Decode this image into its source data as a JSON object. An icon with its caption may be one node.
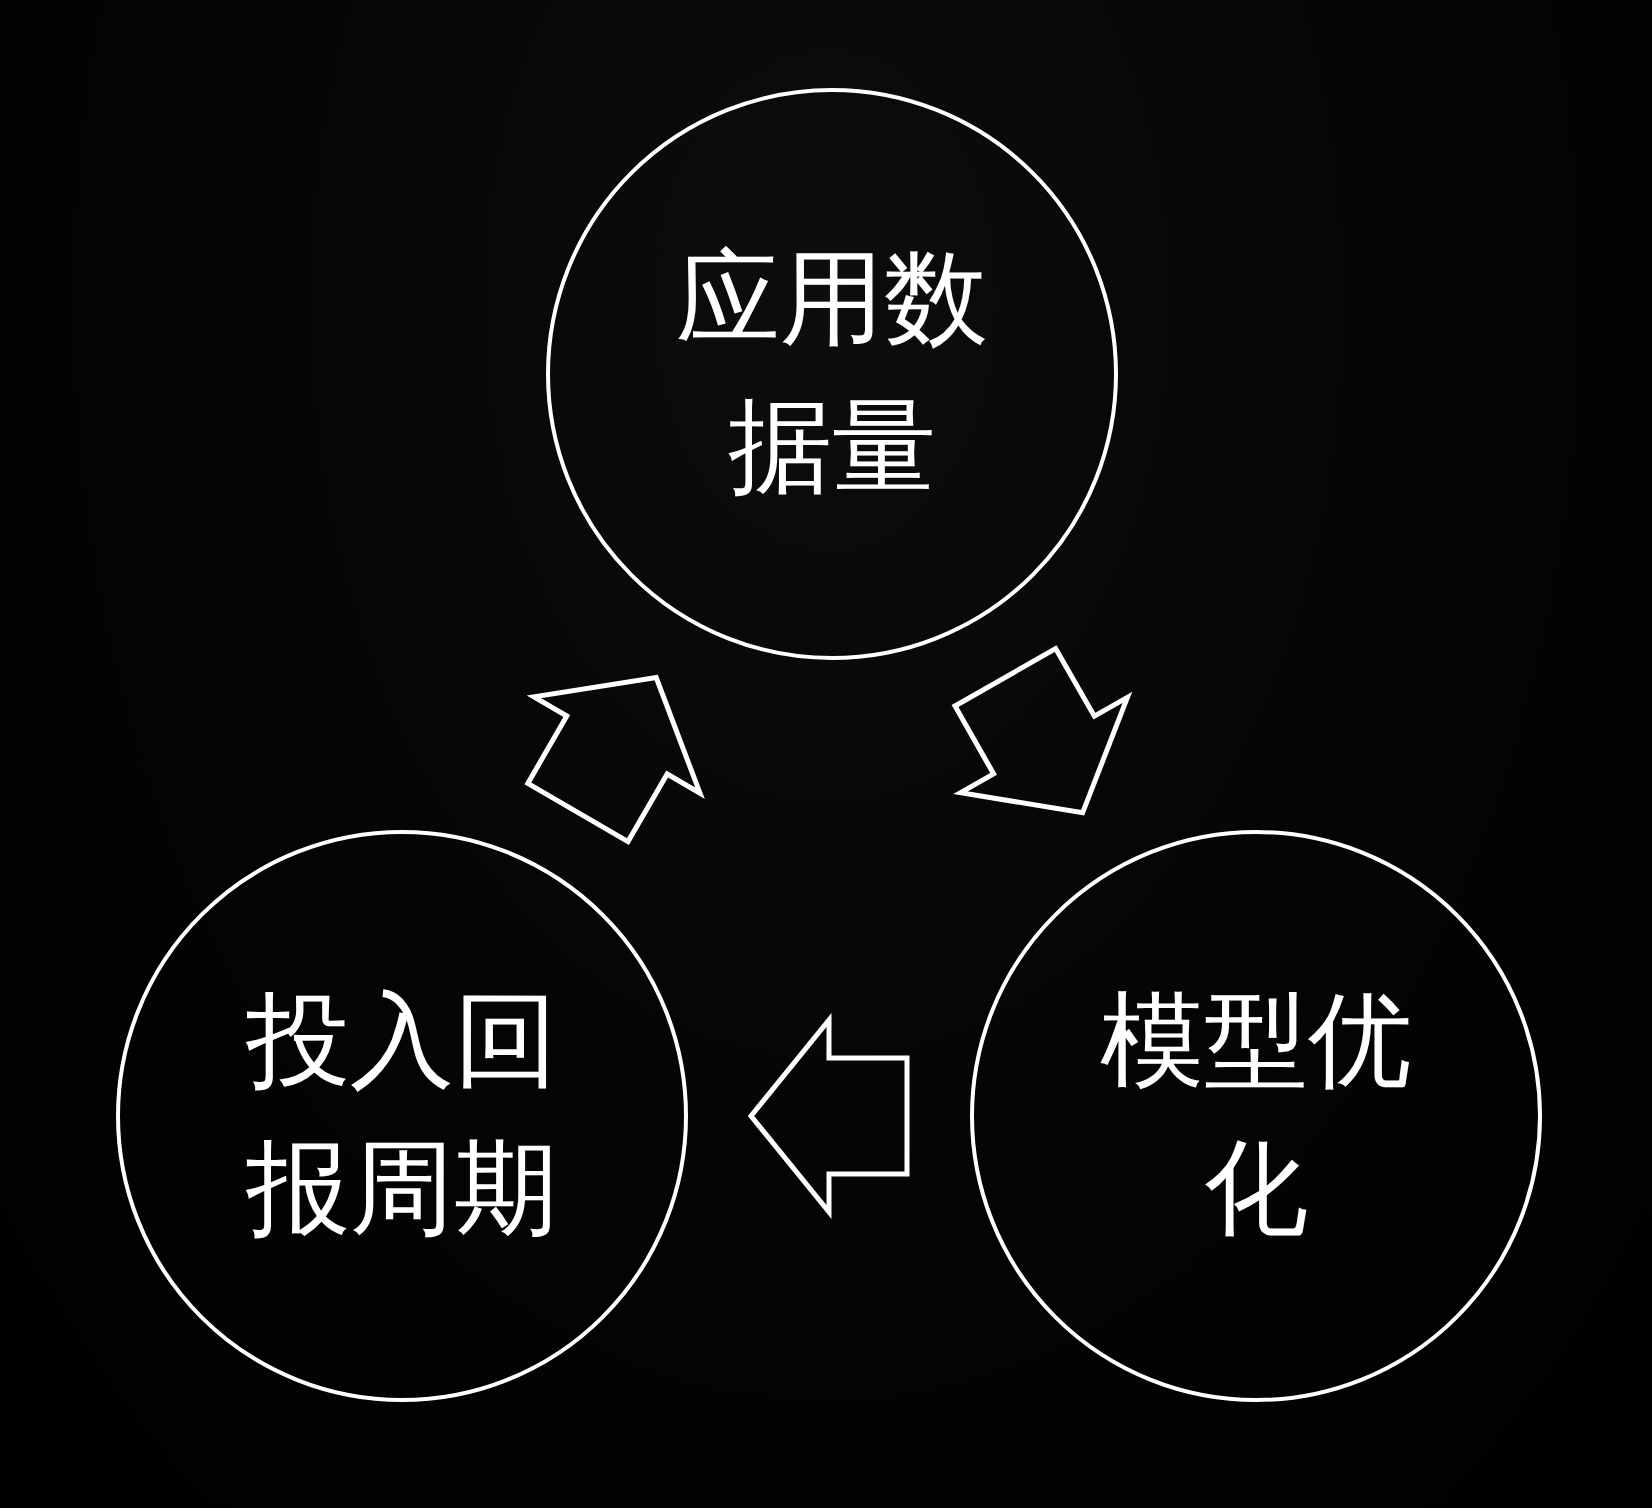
{
  "diagram": {
    "nodes": [
      {
        "text": [
          "应用数据量"
        ]
      },
      {
        "text": [
          "投入回报周期"
        ]
      },
      {
        "text": [
          "模型优化"
        ]
      }
    ],
    "edges": [
      {
        "from": 0,
        "to": 2,
        "arrow": "to"
      },
      {
        "from": 2,
        "to": 1,
        "arrow": "to"
      },
      {
        "from": 1,
        "to": 0,
        "arrow": "to"
      }
    ]
  }
}
